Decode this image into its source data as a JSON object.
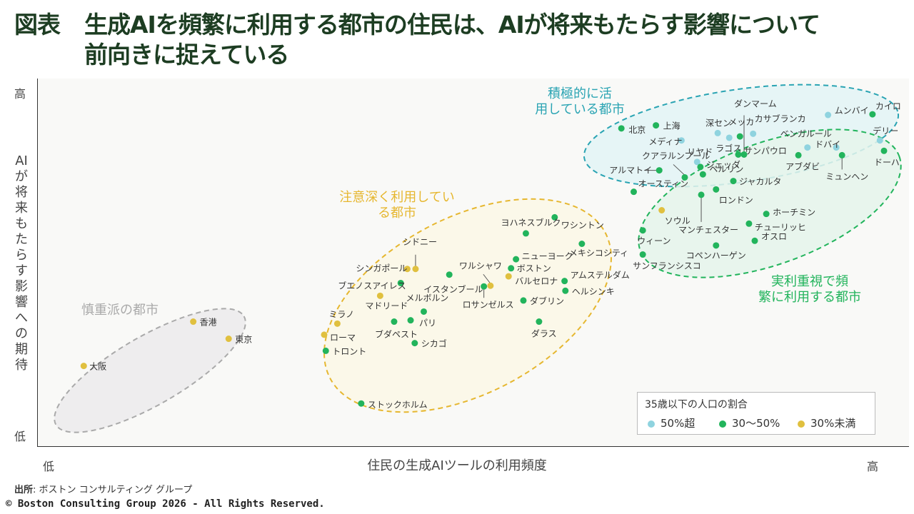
{
  "header": {
    "label": "図表",
    "title_line1": "生成AIを頻繁に利用する都市の住民は、AIが将来もたらす影響について",
    "title_line2": "前向きに捉えている"
  },
  "chart_data": {
    "type": "scatter",
    "xlabel": "住民の生成AIツールの利用頻度",
    "ylabel": "AIが将来もたらす影響への期待",
    "x_low": "低",
    "x_high": "高",
    "y_low": "低",
    "y_high": "高",
    "xlim": [
      0,
      100
    ],
    "ylim": [
      0,
      100
    ],
    "legend": {
      "title": "35歳以下の人口の割合",
      "position": "bottom-right",
      "items": [
        {
          "label": "50%超",
          "color": "#8fd3df"
        },
        {
          "label": "30～50%",
          "color": "#22b45c"
        },
        {
          "label": "30%未満",
          "color": "#e0c03f"
        }
      ]
    },
    "groups": [
      {
        "label": "慎重派の都市",
        "color": "#aaaaaa"
      },
      {
        "label": "注意深く利用している都市",
        "color": "#e6b730"
      },
      {
        "label": "積極的に活用している都市",
        "color": "#2aa4b3"
      },
      {
        "label": "実利重視で頻繁に利用する都市",
        "color": "#22b45c"
      }
    ],
    "points": [
      {
        "name": "大阪",
        "x": 2.8,
        "y": 18.6,
        "cat": 2
      },
      {
        "name": "香港",
        "x": 16.1,
        "y": 31.8,
        "cat": 2
      },
      {
        "name": "東京",
        "x": 20.4,
        "y": 26.7,
        "cat": 2
      },
      {
        "name": "ストックホルム",
        "x": 36.5,
        "y": 7.4,
        "cat": 1
      },
      {
        "name": "トロント",
        "x": 32.2,
        "y": 23.1,
        "cat": 1
      },
      {
        "name": "ローマ",
        "x": 32.0,
        "y": 27.9,
        "cat": 2
      },
      {
        "name": "ミラノ",
        "x": 33.6,
        "y": 31.2,
        "cat": 2
      },
      {
        "name": "マドリード",
        "x": 38.8,
        "y": 39.5,
        "cat": 2
      },
      {
        "name": "ブエノスアイレス",
        "x": 41.3,
        "y": 43.3,
        "cat": 1
      },
      {
        "name": "シンガポール",
        "x": 42.1,
        "y": 47.5,
        "cat": 2
      },
      {
        "name": "シドニー",
        "x": 43.1,
        "y": 47.5,
        "cat": 2
      },
      {
        "name": "ブダペスト",
        "x": 40.5,
        "y": 31.8,
        "cat": 1
      },
      {
        "name": "パリ",
        "x": 42.5,
        "y": 32.2,
        "cat": 1
      },
      {
        "name": "シカゴ",
        "x": 43.0,
        "y": 25.4,
        "cat": 1
      },
      {
        "name": "メルボルン",
        "x": 44.1,
        "y": 34.8,
        "cat": 1
      },
      {
        "name": "イスタンブール",
        "x": 47.2,
        "y": 45.8,
        "cat": 1
      },
      {
        "name": "ワルシャワ",
        "x": 52.2,
        "y": 42.5,
        "cat": 2
      },
      {
        "name": "ロサンゼルス",
        "x": 51.4,
        "y": 42.3,
        "cat": 1
      },
      {
        "name": "ヨハネスブルク",
        "x": 56.5,
        "y": 58.1,
        "cat": 1
      },
      {
        "name": "ワシントン",
        "x": 60.0,
        "y": 62.9,
        "cat": 1
      },
      {
        "name": "ニューヨーク",
        "x": 55.3,
        "y": 50.4,
        "cat": 1
      },
      {
        "name": "ボストン",
        "x": 54.7,
        "y": 47.7,
        "cat": 1
      },
      {
        "name": "バルセロナ",
        "x": 54.4,
        "y": 45.3,
        "cat": 2
      },
      {
        "name": "ダブリン",
        "x": 56.2,
        "y": 38.1,
        "cat": 1
      },
      {
        "name": "ダラス",
        "x": 58.1,
        "y": 31.8,
        "cat": 1
      },
      {
        "name": "メキシコシティ",
        "x": 63.3,
        "y": 55.0,
        "cat": 1
      },
      {
        "name": "アムステルダム",
        "x": 61.2,
        "y": 43.9,
        "cat": 1
      },
      {
        "name": "ヘルシンキ",
        "x": 61.3,
        "y": 41.0,
        "cat": 1
      },
      {
        "name": "オースティン",
        "x": 69.6,
        "y": 70.5,
        "cat": 1
      },
      {
        "name": "ソウル",
        "x": 73.0,
        "y": 65.0,
        "cat": 2
      },
      {
        "name": "ウィーン",
        "x": 70.7,
        "y": 59.0,
        "cat": 1
      },
      {
        "name": "サンフランシスコ",
        "x": 70.7,
        "y": 51.8,
        "cat": 1
      },
      {
        "name": "北京",
        "x": 68.1,
        "y": 89.4,
        "cat": 1
      },
      {
        "name": "上海",
        "x": 72.3,
        "y": 90.3,
        "cat": 1
      },
      {
        "name": "メディナ",
        "x": 75.4,
        "y": 85.8,
        "cat": 0
      },
      {
        "name": "クアラルンプール",
        "x": 75.8,
        "y": 74.8,
        "cat": 1
      },
      {
        "name": "アルマトイ",
        "x": 72.7,
        "y": 76.9,
        "cat": 1
      },
      {
        "name": "リヤド",
        "x": 77.3,
        "y": 79.4,
        "cat": 0
      },
      {
        "name": "ジェッダ",
        "x": 77.7,
        "y": 77.9,
        "cat": 1
      },
      {
        "name": "ベルリン",
        "x": 78.0,
        "y": 75.7,
        "cat": 1
      },
      {
        "name": "マンチェスター",
        "x": 77.8,
        "y": 69.6,
        "cat": 1
      },
      {
        "name": "ロンドン",
        "x": 79.6,
        "y": 71.2,
        "cat": 1
      },
      {
        "name": "コペンハーゲン",
        "x": 79.6,
        "y": 54.5,
        "cat": 1
      },
      {
        "name": "深セン",
        "x": 79.8,
        "y": 88.0,
        "cat": 0
      },
      {
        "name": "ラゴス",
        "x": 81.2,
        "y": 86.6,
        "cat": 0
      },
      {
        "name": "メッカ",
        "x": 82.5,
        "y": 87.0,
        "cat": 1
      },
      {
        "name": "カサブランカ",
        "x": 84.1,
        "y": 87.8,
        "cat": 0
      },
      {
        "name": "ダンマーム",
        "x": 83.0,
        "y": 81.6,
        "cat": 1
      },
      {
        "name": "サンパウロ",
        "x": 82.3,
        "y": 81.6,
        "cat": 1
      },
      {
        "name": "ジャカルタ",
        "x": 81.7,
        "y": 73.7,
        "cat": 1
      },
      {
        "name": "ホーチミン",
        "x": 85.7,
        "y": 63.9,
        "cat": 1
      },
      {
        "name": "チューリッヒ",
        "x": 83.6,
        "y": 61.0,
        "cat": 1
      },
      {
        "name": "オスロ",
        "x": 84.3,
        "y": 55.9,
        "cat": 1
      },
      {
        "name": "アブダビ",
        "x": 89.6,
        "y": 81.4,
        "cat": 1
      },
      {
        "name": "ベンガルール",
        "x": 90.7,
        "y": 83.7,
        "cat": 0
      },
      {
        "name": "ムンバイ",
        "x": 93.2,
        "y": 93.4,
        "cat": 0
      },
      {
        "name": "ドバイ",
        "x": 94.2,
        "y": 83.7,
        "cat": 0
      },
      {
        "name": "ミュンヘン",
        "x": 94.9,
        "y": 81.4,
        "cat": 1
      },
      {
        "name": "カイロ",
        "x": 98.6,
        "y": 93.6,
        "cat": 1
      },
      {
        "name": "デリー",
        "x": 99.5,
        "y": 85.8,
        "cat": 0
      },
      {
        "name": "ドーハ",
        "x": 100.0,
        "y": 82.7,
        "cat": 1
      }
    ]
  },
  "footer": {
    "source_label": "出所",
    "source_text": ": ボストン コンサルティング グループ",
    "copyright": "© Boston Consulting Group 2026 - All Rights Reserved."
  }
}
